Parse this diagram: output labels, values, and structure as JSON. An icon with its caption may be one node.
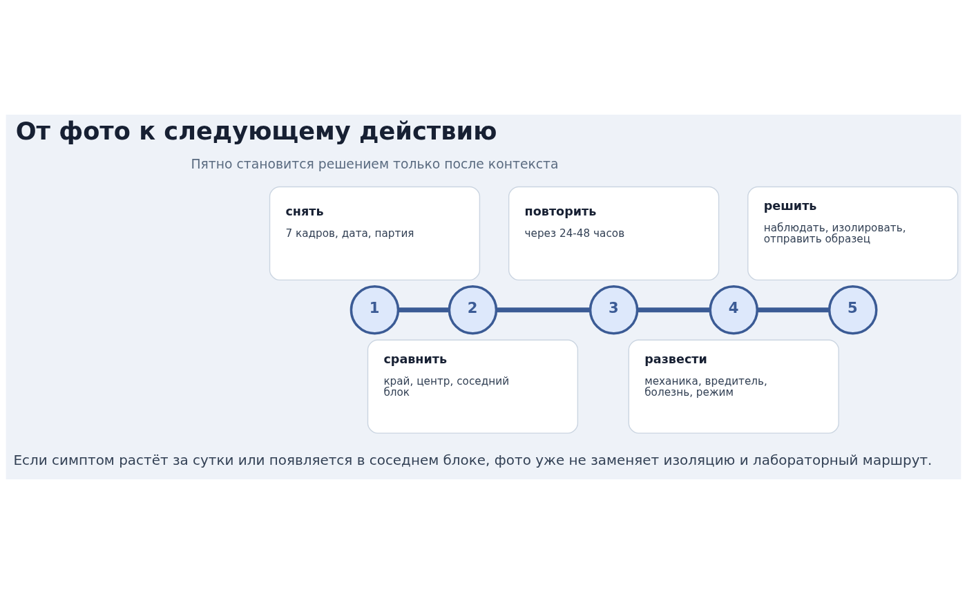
{
  "diagram": {
    "title": "От фото к следующему действию",
    "nodes": [
      {
        "text": [
          "снять",
          "7 кадров, дата, партия"
        ]
      },
      {
        "text": [
          "повторить",
          "через 24-48 часов"
        ]
      },
      {
        "text": [
          "решить",
          "наблюдать, изолировать, отправить образец"
        ]
      },
      {
        "text": [
          "1"
        ]
      },
      {
        "text": [
          "2"
        ]
      },
      {
        "text": [
          "3"
        ]
      },
      {
        "text": [
          "4"
        ]
      },
      {
        "text": [
          "5"
        ]
      },
      {
        "text": [
          "сравнить",
          "край, центр, соседний блок"
        ]
      },
      {
        "text": [
          "развести",
          "механика, вредитель, болезнь, режим"
        ]
      }
    ],
    "edges": [
      {
        "from": 3,
        "to": 4,
        "arrow": "none"
      },
      {
        "from": 4,
        "to": 5,
        "arrow": "none"
      },
      {
        "from": 5,
        "to": 6,
        "arrow": "none"
      },
      {
        "from": 6,
        "to": 7,
        "arrow": "none"
      }
    ],
    "labels": [
      "Пятно становится решением только после контекста",
      "Если симптом растёт за сутки или появляется в соседнем блоке, фото уже не заменяет изоляцию и лабораторный маршрут."
    ]
  }
}
